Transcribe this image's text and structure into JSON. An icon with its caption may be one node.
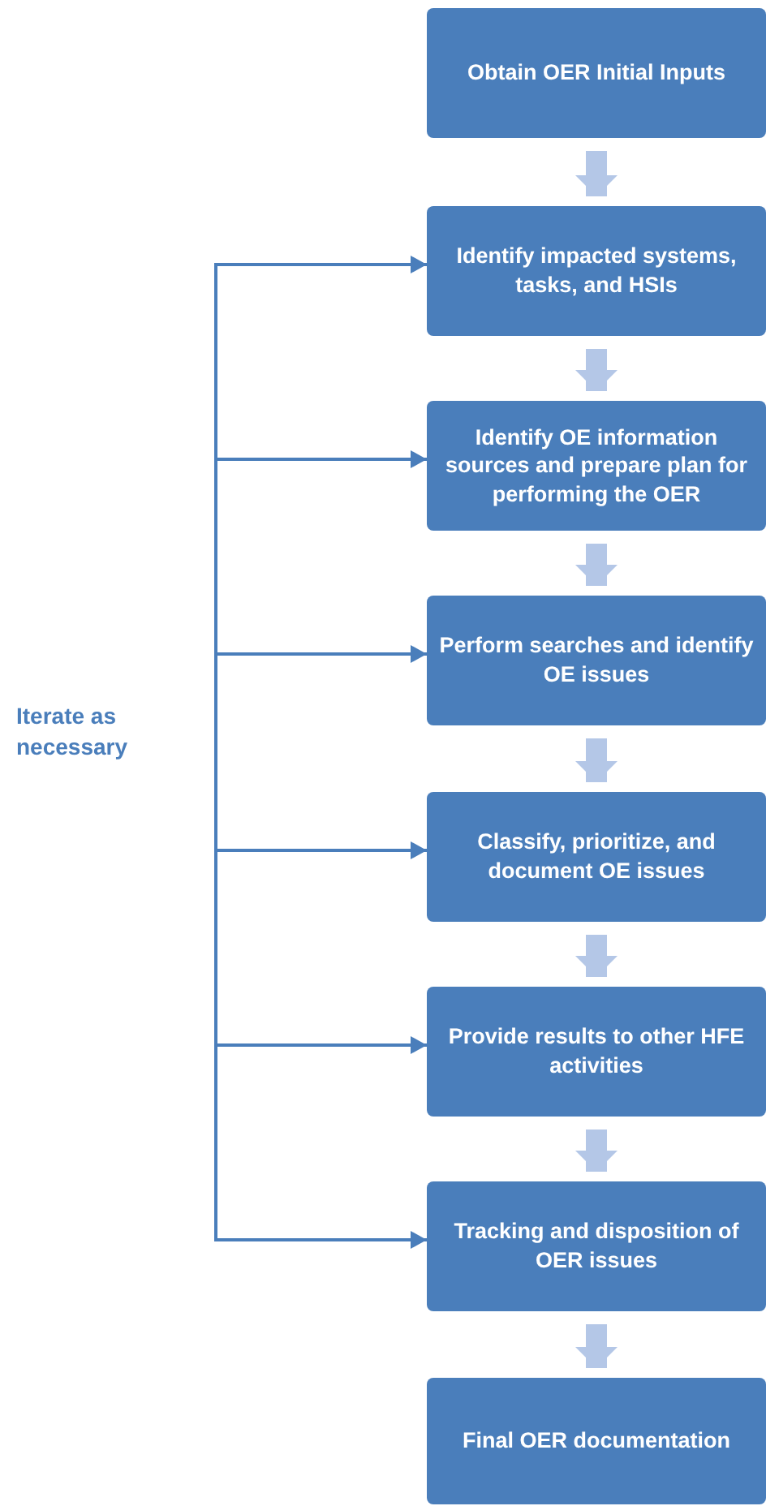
{
  "diagram": {
    "nodes": [
      {
        "text": [
          "Obtain OER Initial Inputs"
        ]
      },
      {
        "text": [
          "Identify impacted systems, tasks, and HSIs"
        ]
      },
      {
        "text": [
          "Identify OE information sources and prepare plan for performing the OER"
        ]
      },
      {
        "text": [
          "Perform searches and identify OE issues"
        ]
      },
      {
        "text": [
          "Classify, prioritize, and document OE issues"
        ]
      },
      {
        "text": [
          "Provide results to other HFE activities"
        ]
      },
      {
        "text": [
          "Tracking and disposition of OER issues"
        ]
      },
      {
        "text": [
          "Final OER documentation"
        ]
      }
    ],
    "edges": [
      {
        "from": 0,
        "to": 1,
        "arrow": "to",
        "color": "#b4c7e7"
      },
      {
        "from": 1,
        "to": 2,
        "arrow": "to",
        "color": "#b4c7e7"
      },
      {
        "from": 2,
        "to": 3,
        "arrow": "to",
        "color": "#b4c7e7"
      },
      {
        "from": 3,
        "to": 4,
        "arrow": "to",
        "color": "#b4c7e7"
      },
      {
        "from": 4,
        "to": 5,
        "arrow": "to",
        "color": "#b4c7e7"
      },
      {
        "from": 5,
        "to": 6,
        "arrow": "to",
        "color": "#b4c7e7"
      },
      {
        "from": 6,
        "to": 7,
        "arrow": "to",
        "color": "#b4c7e7"
      },
      {
        "from": null,
        "to": 1,
        "arrow": "to",
        "color": "#4a7ebb"
      },
      {
        "from": null,
        "to": 2,
        "arrow": "to",
        "color": "#4a7ebb"
      },
      {
        "from": null,
        "to": 3,
        "arrow": "to",
        "color": "#4a7ebb"
      },
      {
        "from": null,
        "to": 4,
        "arrow": "to",
        "color": "#4a7ebb"
      },
      {
        "from": null,
        "to": 5,
        "arrow": "to",
        "color": "#4a7ebb"
      },
      {
        "from": null,
        "to": 6,
        "arrow": "to",
        "color": "#4a7ebb"
      }
    ],
    "labels": [
      "Iterate as necessary"
    ]
  }
}
